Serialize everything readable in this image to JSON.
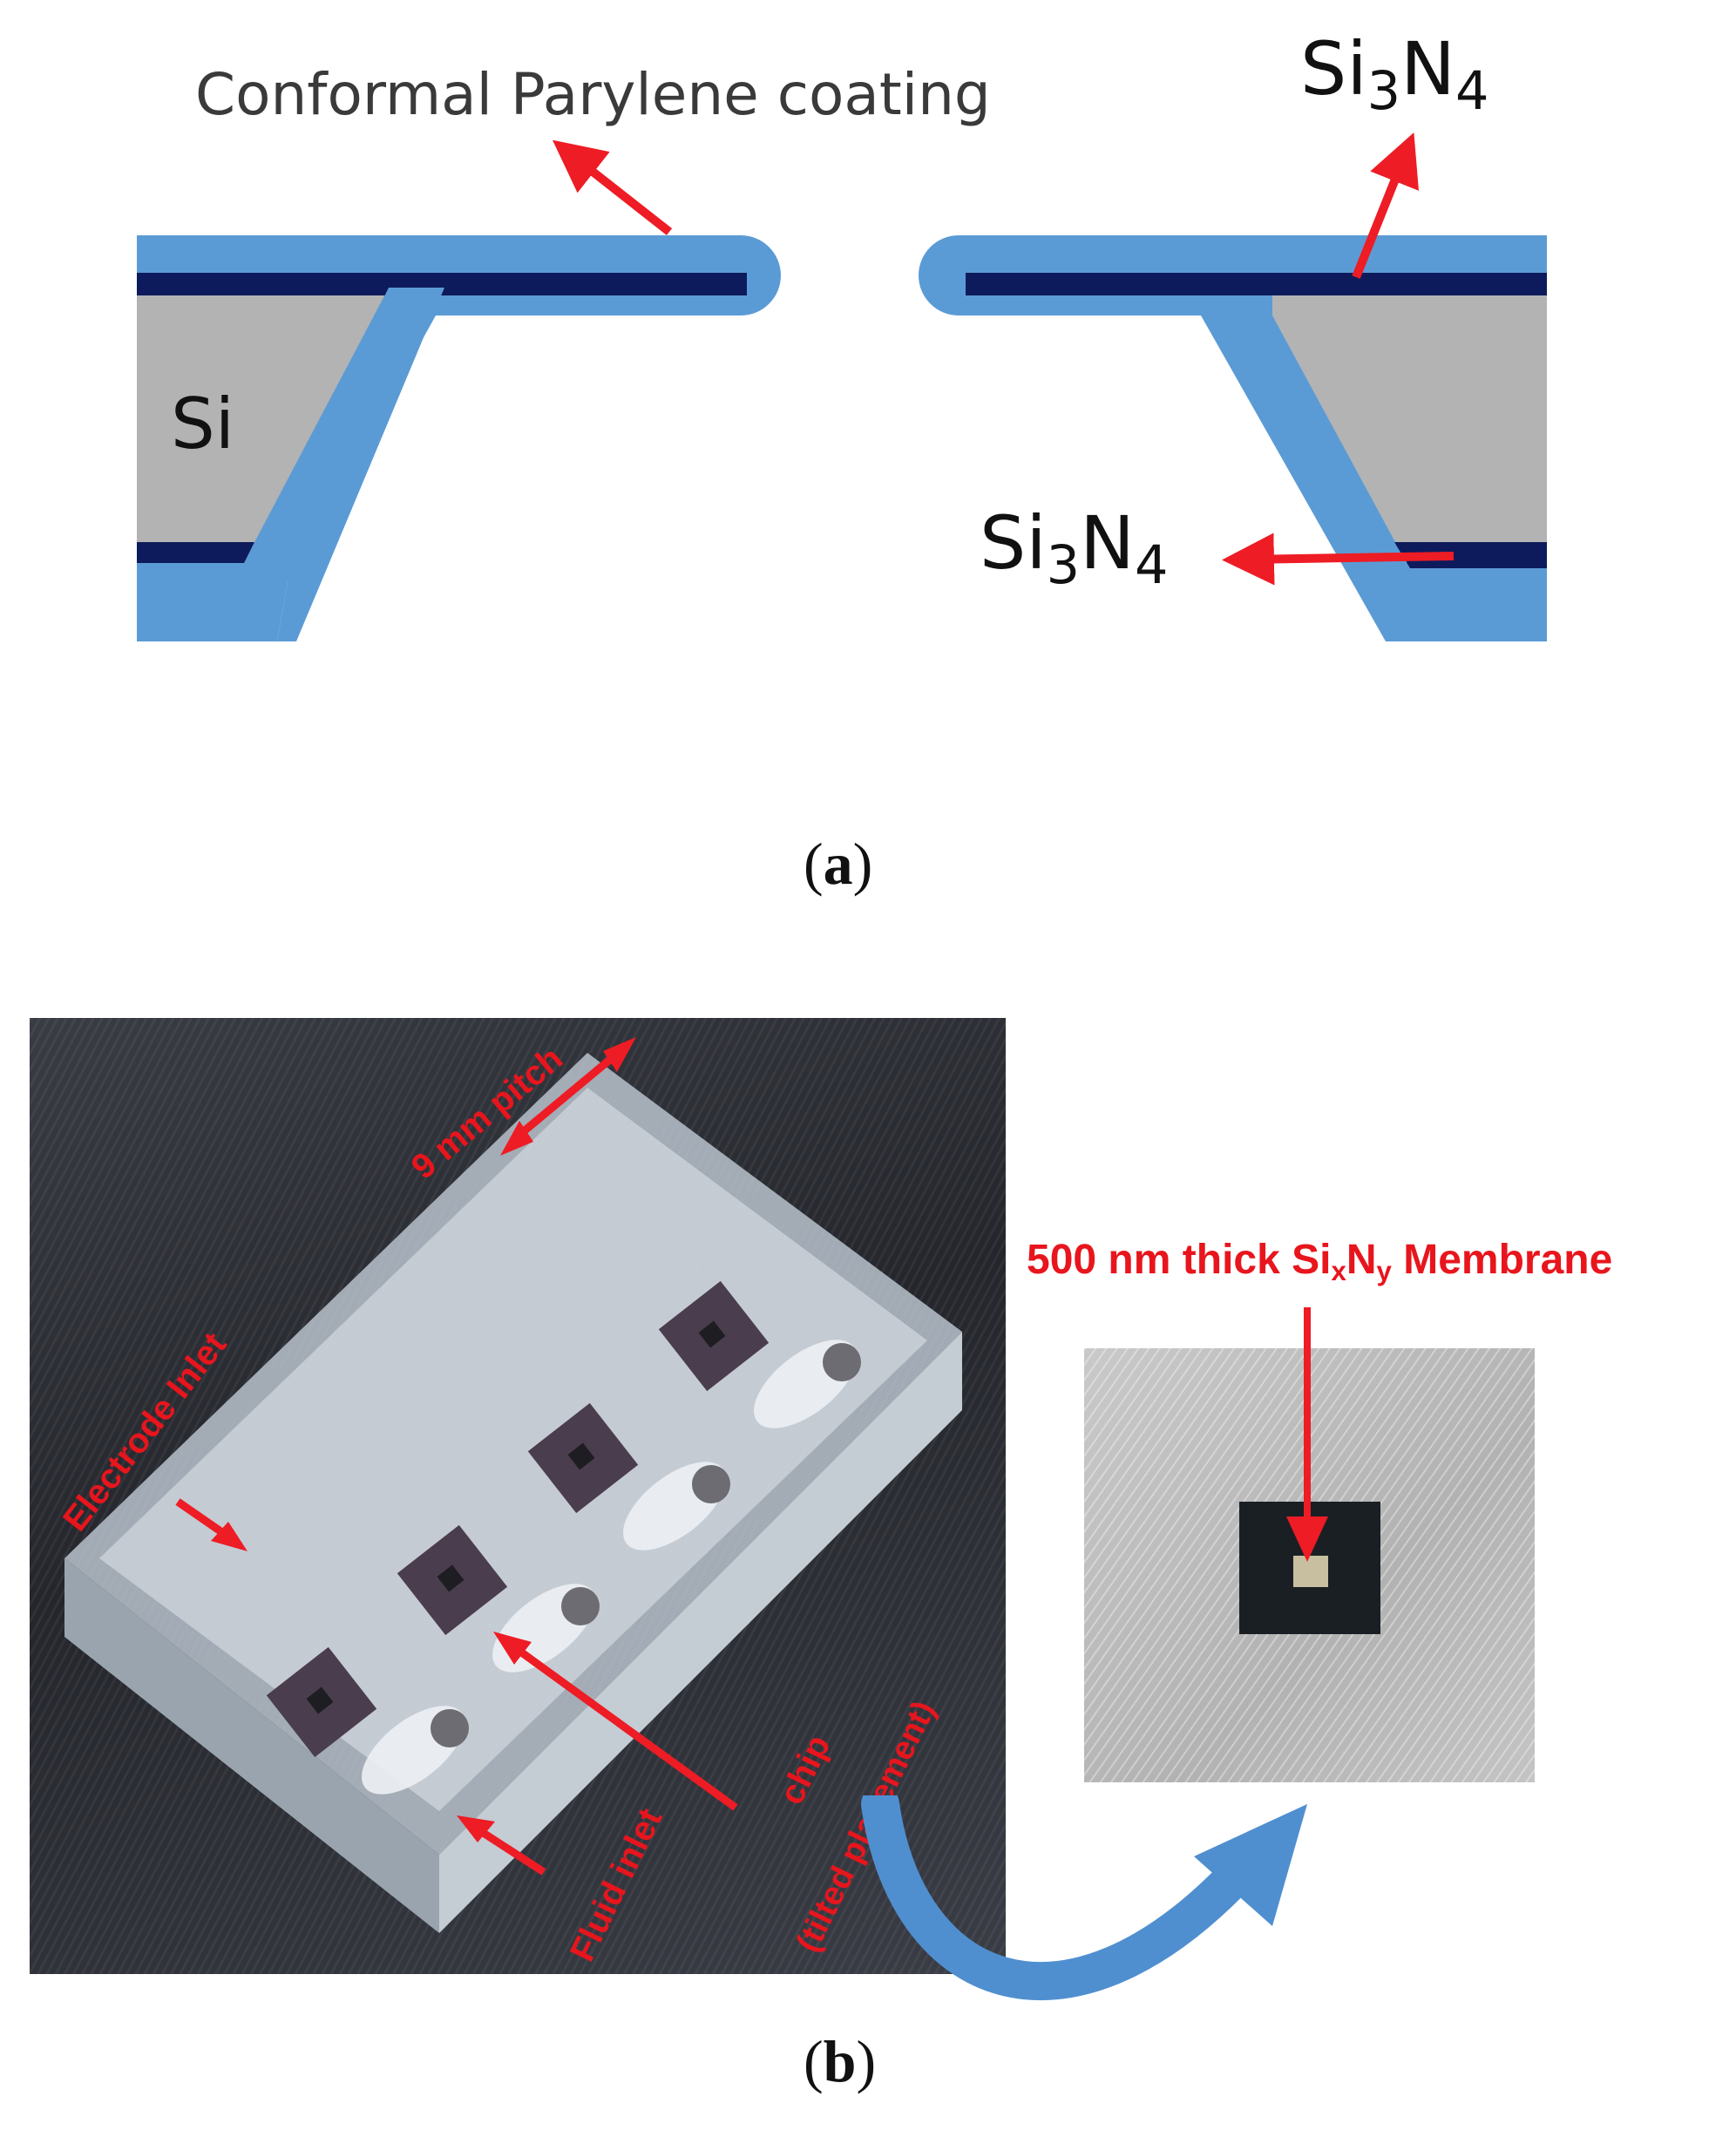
{
  "panel_a": {
    "parylene_label": "Conformal Parylene coating",
    "si_label": "Si",
    "nitride_top": {
      "base": "Si",
      "sub1": "3",
      "mid": "N",
      "sub2": "4"
    },
    "nitride_bottom": {
      "base": "Si",
      "sub1": "3",
      "mid": "N",
      "sub2": "4"
    },
    "caption_open": "(",
    "caption_letter": "a",
    "caption_close": ")"
  },
  "panel_b": {
    "label_pitch": "9 mm pitch",
    "label_electrode": "Electrode Inlet",
    "label_fluid": "Fluid inlet",
    "label_chip_1": "chip",
    "label_chip_2": "(tilted placement)",
    "membrane_pre": "500 nm thick Si",
    "membrane_sub_x": "x",
    "membrane_mid": "N",
    "membrane_sub_y": "y",
    "membrane_post": " Membrane",
    "caption_open": "(",
    "caption_letter": "b",
    "caption_close": ")"
  },
  "colors": {
    "parylene": "#5b9bd5",
    "nitride": "#0d1b5c",
    "silicon": "#b3b3b3",
    "arrow_red": "#ee1c24",
    "curved_arrow": "#4f8fd0"
  },
  "icons": [
    "arrow-icon",
    "curved-arrow-icon"
  ]
}
